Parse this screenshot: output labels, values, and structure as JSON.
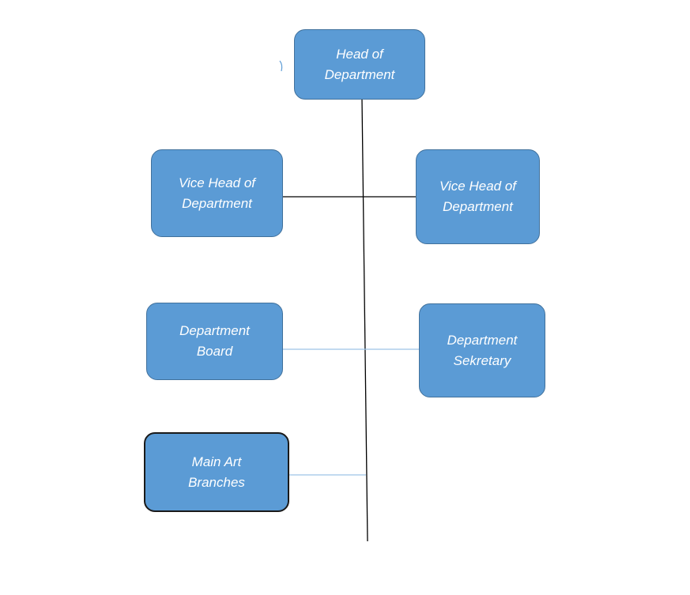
{
  "diagram": {
    "nodes": {
      "head": {
        "label": "Head of Department"
      },
      "vice_left": {
        "label": "Vice Head of Department"
      },
      "vice_right": {
        "label": "Vice Head of Department"
      },
      "board": {
        "label": "Department Board"
      },
      "sekretary": {
        "label": "Department Sekretary"
      },
      "branches": {
        "label": "Main Art Branches"
      }
    },
    "colors": {
      "node_fill": "#5b9bd5",
      "node_border": "#41719c",
      "connector_dark": "#000000",
      "connector_light": "#9dc3e6"
    }
  }
}
